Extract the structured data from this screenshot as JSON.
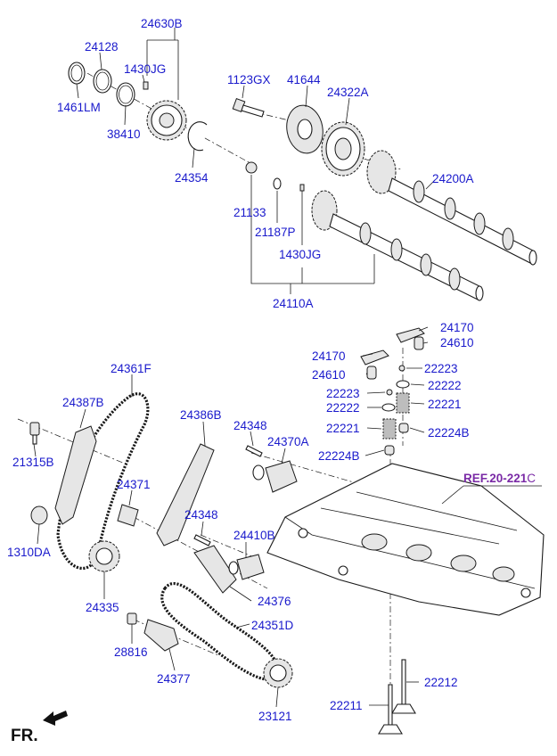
{
  "labels": [
    {
      "id": "p24630B",
      "text": "24630B"
    },
    {
      "id": "p24128",
      "text": "24128"
    },
    {
      "id": "p1430JG_a",
      "text": "1430JG"
    },
    {
      "id": "p1461LM",
      "text": "1461LM"
    },
    {
      "id": "p38410",
      "text": "38410"
    },
    {
      "id": "p24354",
      "text": "24354"
    },
    {
      "id": "p1123GX",
      "text": "1123GX"
    },
    {
      "id": "p41644",
      "text": "41644"
    },
    {
      "id": "p24322A",
      "text": "24322A"
    },
    {
      "id": "p24200A",
      "text": "24200A"
    },
    {
      "id": "p21133",
      "text": "21133"
    },
    {
      "id": "p21187P",
      "text": "21187P"
    },
    {
      "id": "p1430JG_b",
      "text": "1430JG"
    },
    {
      "id": "p24110A",
      "text": "24110A"
    },
    {
      "id": "p24170_a",
      "text": "24170"
    },
    {
      "id": "p24610_a",
      "text": "24610"
    },
    {
      "id": "p24170_b",
      "text": "24170"
    },
    {
      "id": "p24610_b",
      "text": "24610"
    },
    {
      "id": "p22223_a",
      "text": "22223"
    },
    {
      "id": "p22222_a",
      "text": "22222"
    },
    {
      "id": "p22223_b",
      "text": "22223"
    },
    {
      "id": "p22221_a",
      "text": "22221"
    },
    {
      "id": "p22222_b",
      "text": "22222"
    },
    {
      "id": "p22221_b",
      "text": "22221"
    },
    {
      "id": "p22224B_a",
      "text": "22224B"
    },
    {
      "id": "p22224B_b",
      "text": "22224B"
    },
    {
      "id": "p24361F",
      "text": "24361F"
    },
    {
      "id": "p24387B",
      "text": "24387B"
    },
    {
      "id": "p24386B",
      "text": "24386B"
    },
    {
      "id": "p24348_a",
      "text": "24348"
    },
    {
      "id": "p24370A",
      "text": "24370A"
    },
    {
      "id": "p21315B",
      "text": "21315B"
    },
    {
      "id": "p24371",
      "text": "24371"
    },
    {
      "id": "p24348_b",
      "text": "24348"
    },
    {
      "id": "p24410B",
      "text": "24410B"
    },
    {
      "id": "p1310DA",
      "text": "1310DA"
    },
    {
      "id": "p24376",
      "text": "24376"
    },
    {
      "id": "p24335",
      "text": "24335"
    },
    {
      "id": "p24351D",
      "text": "24351D"
    },
    {
      "id": "p28816",
      "text": "28816"
    },
    {
      "id": "p24377",
      "text": "24377"
    },
    {
      "id": "p23121",
      "text": "23121"
    },
    {
      "id": "p22212",
      "text": "22212"
    },
    {
      "id": "p22211",
      "text": "22211"
    }
  ],
  "reference": {
    "main": "REF.20-221",
    "suffix": "C"
  },
  "front_marker": "FR.",
  "colors": {
    "label": "#1a1acc",
    "reference": "#7a2aa6",
    "line": "#1a1a1a"
  }
}
